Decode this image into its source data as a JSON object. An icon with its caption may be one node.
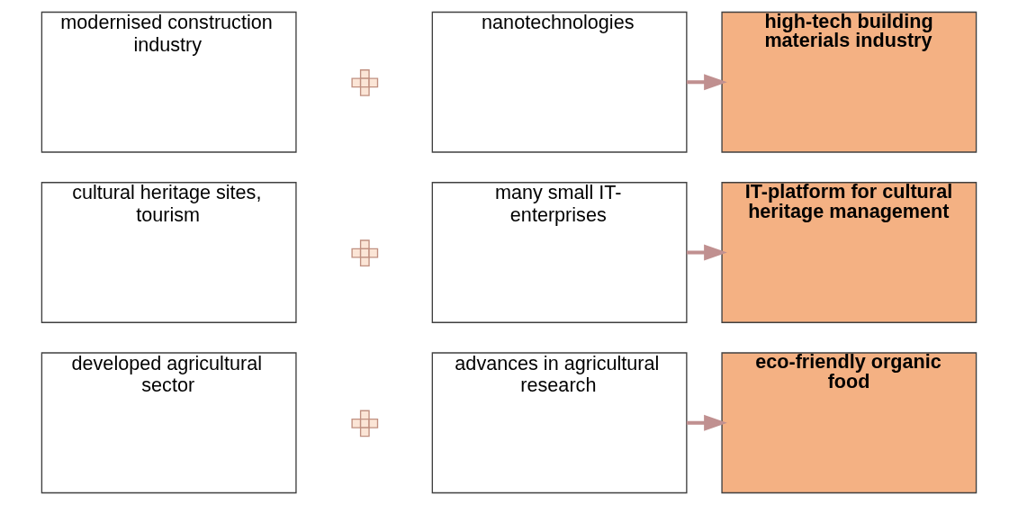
{
  "diagram": {
    "nodes": [
      {
        "text": [
          "modernised construction industry"
        ]
      },
      {
        "text": [],
        "shape": "plus"
      },
      {
        "text": [
          "nanotechnologies"
        ]
      },
      {
        "text": [
          "high-tech building materials industry"
        ]
      },
      {
        "text": [
          "cultural heritage sites, tourism"
        ]
      },
      {
        "text": [],
        "shape": "plus"
      },
      {
        "text": [
          "many small IT-enterprises"
        ]
      },
      {
        "text": [
          "IT-platform for cultural heritage management"
        ]
      },
      {
        "text": [
          "developed agricultural sector"
        ]
      },
      {
        "text": [],
        "shape": "plus"
      },
      {
        "text": [
          "advances in agricultural research"
        ]
      },
      {
        "text": [
          "eco-friendly organic food"
        ]
      }
    ],
    "edges": [
      {
        "from": 2,
        "to": 3,
        "arrow": "to"
      },
      {
        "from": 6,
        "to": 7,
        "arrow": "to"
      },
      {
        "from": 10,
        "to": 11,
        "arrow": "to"
      }
    ]
  }
}
